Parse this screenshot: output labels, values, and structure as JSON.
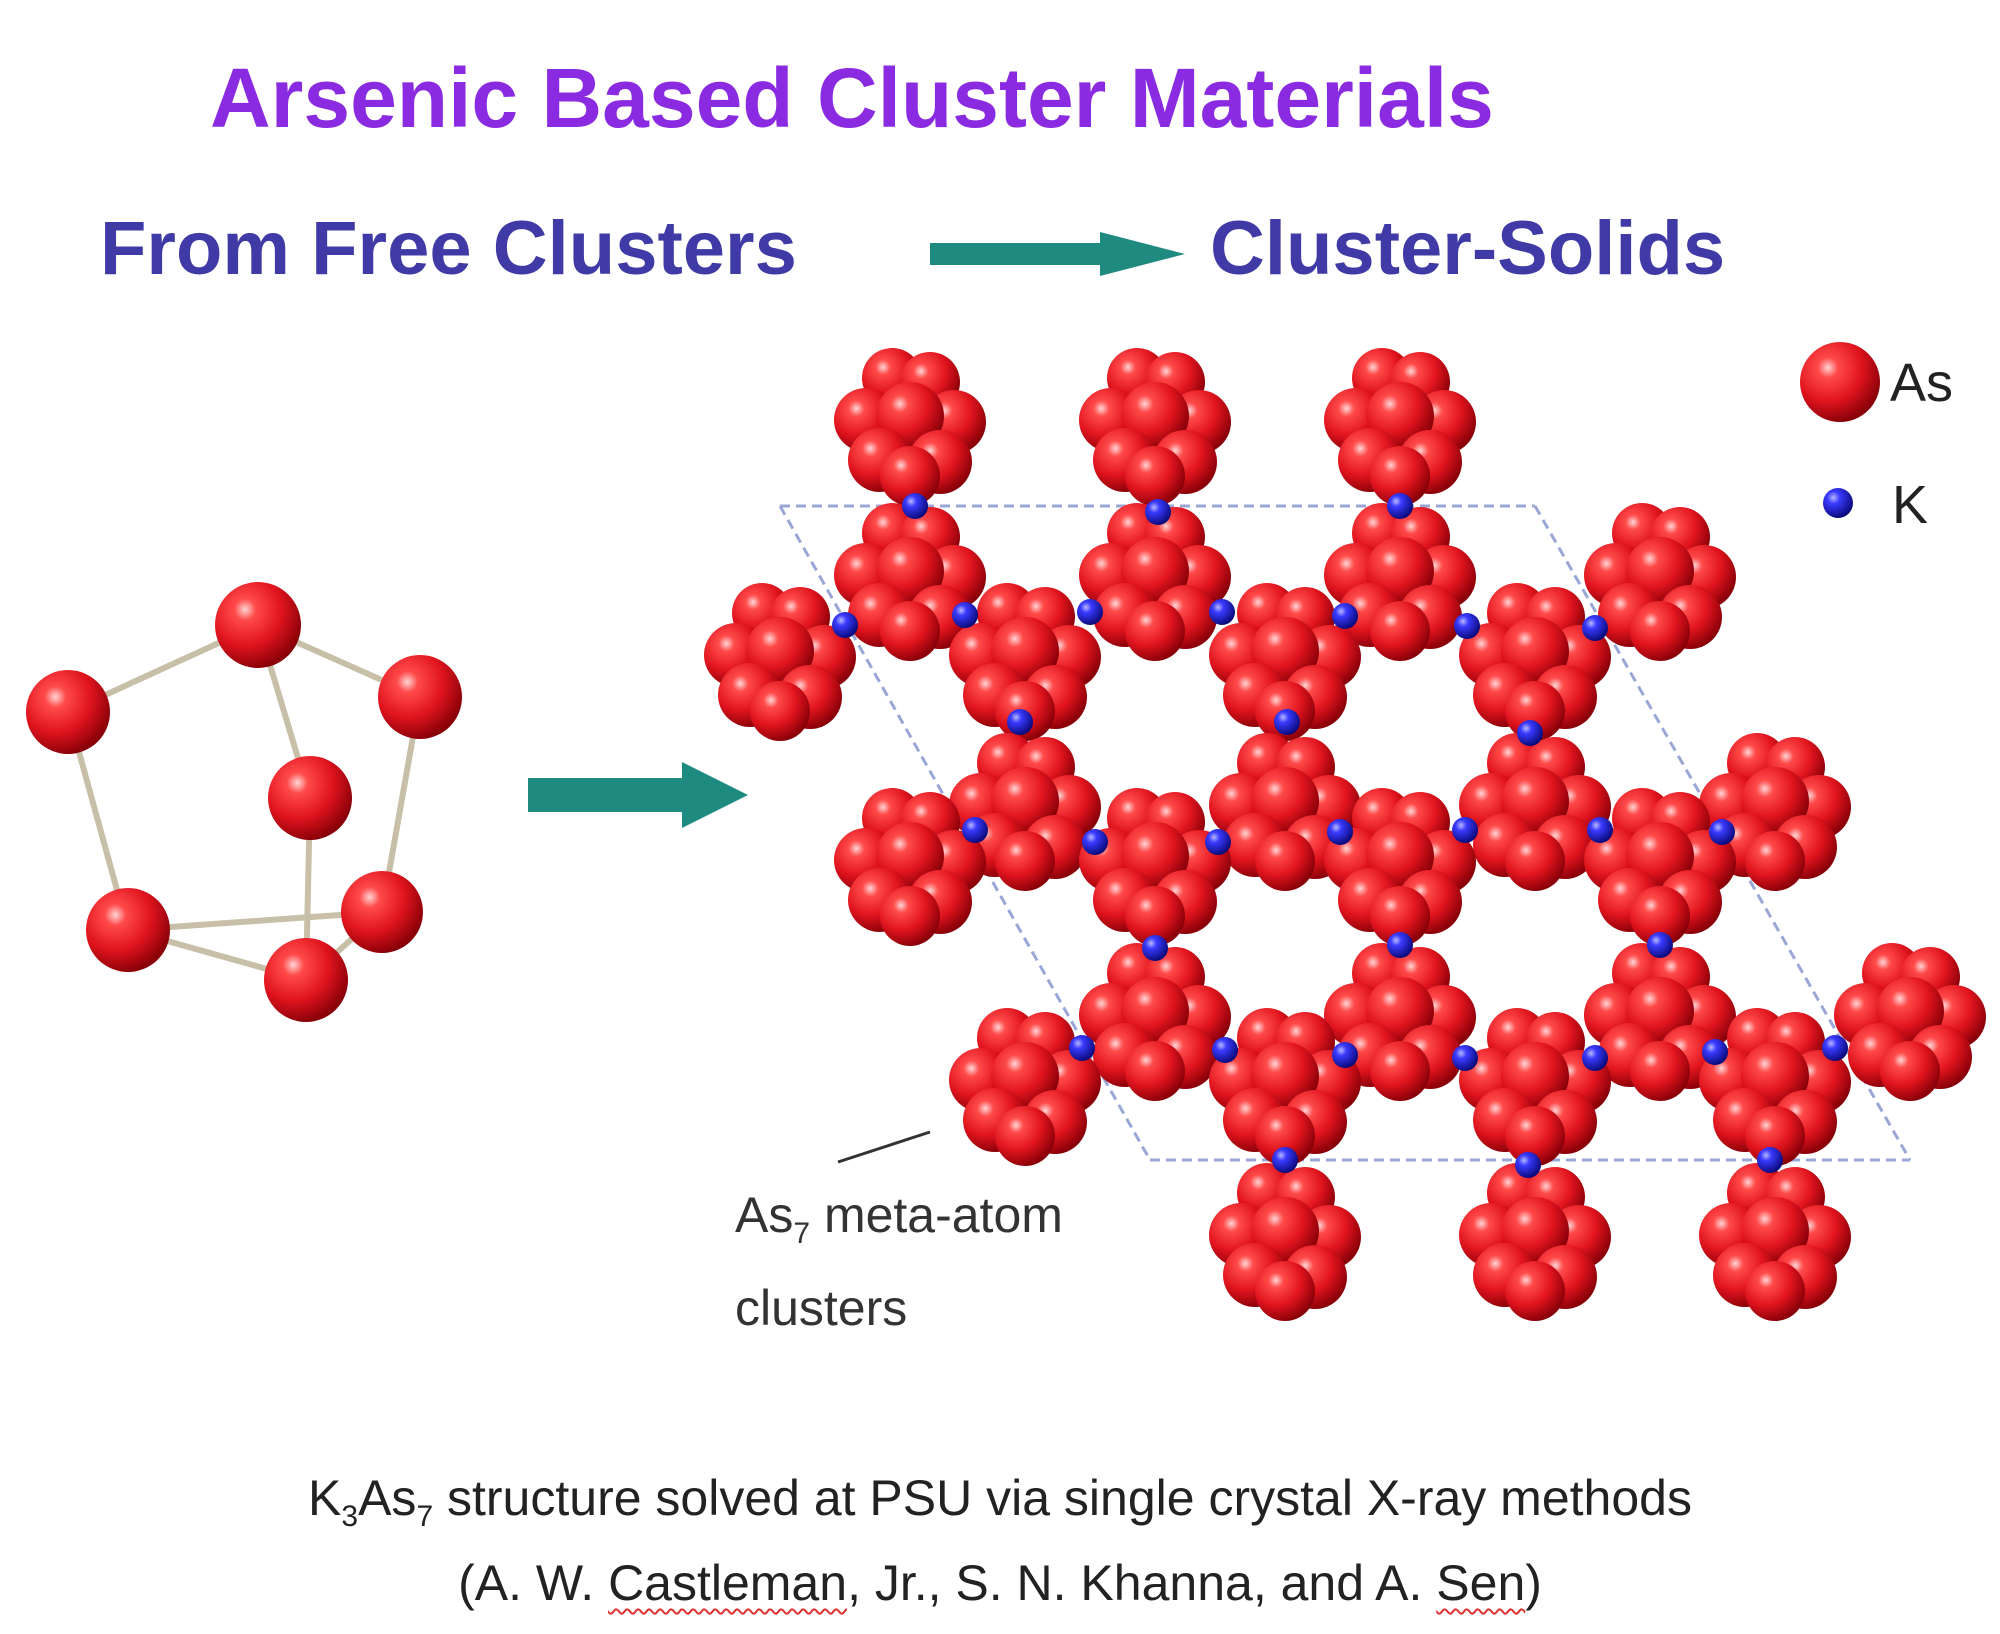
{
  "title": "Arsenic Based Cluster Materials",
  "subtitle": {
    "from": "From Free Clusters",
    "to": "Cluster-Solids"
  },
  "legend": {
    "as_label": "As",
    "k_label": "K"
  },
  "annotation": {
    "line1_prefix": "As",
    "line1_sub": "7",
    "line1_rest": " meta-atom",
    "line2": "clusters"
  },
  "caption": {
    "k": "K",
    "k_sub": "3",
    "as": "As",
    "as_sub": "7",
    "rest": " structure solved at PSU via single crystal X-ray methods",
    "credit_open": "(A. W. ",
    "credit_name1": "Castleman",
    "credit_mid": ", Jr., S. N. Khanna, and A. ",
    "credit_name2": "Sen",
    "credit_close": ")"
  },
  "colors": {
    "title": "#8a2be2",
    "subtitle": "#3f3aa5",
    "arrow": "#1f8a80",
    "arsenic": "#e0141e",
    "potassium": "#2424d8",
    "bond": "#c8bfa8"
  },
  "icons": {
    "arrow": "right-arrow-icon",
    "as_atom": "as-atom-icon",
    "k_atom": "k-atom-icon"
  }
}
